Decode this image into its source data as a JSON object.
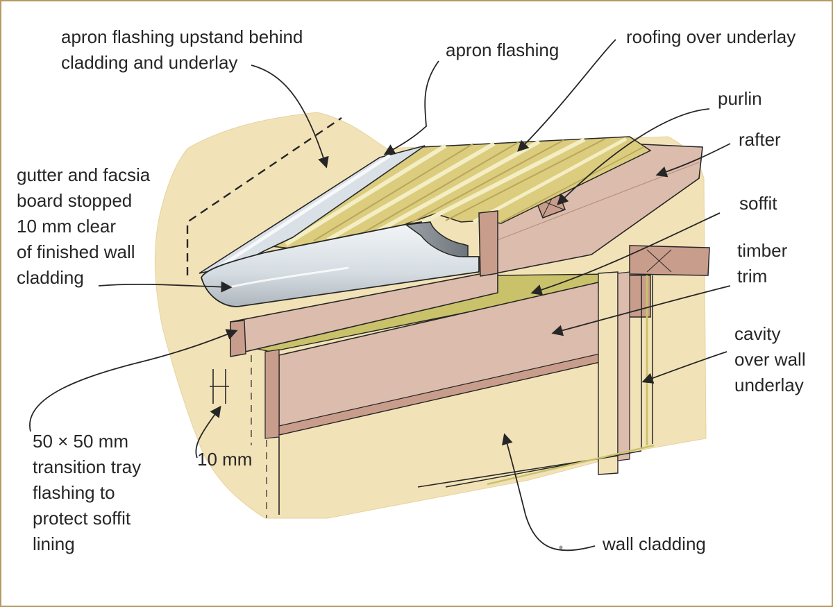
{
  "colors": {
    "frame": "#b59a62",
    "background_wall": "#f2e2b7",
    "timber": "#dcbcac",
    "timber_shadow": "#c99d8c",
    "roofing": "#dccc7e",
    "roofing_highlight": "#f4eec4",
    "flashing": "#d9e0e6",
    "underlay": "#c9c26a",
    "ink": "#262626"
  },
  "labels": {
    "apron_upstand": "apron flashing upstand behind\ncladding and underlay",
    "apron_flashing": "apron flashing",
    "roofing_over_underlay": "roofing over underlay",
    "purlin": "purlin",
    "rafter": "rafter",
    "soffit": "soffit",
    "timber_trim": "timber\ntrim",
    "cavity": "cavity\nover wall\nunderlay",
    "gutter_facsia": "gutter and facsia\nboard stopped\n10 mm clear\nof finished wall\ncladding",
    "transition_tray": "50 × 50 mm\ntransition tray\nflashing to\nprotect soffit\nlining",
    "dimension_10mm": "10 mm",
    "wall_cladding": "wall cladding"
  }
}
